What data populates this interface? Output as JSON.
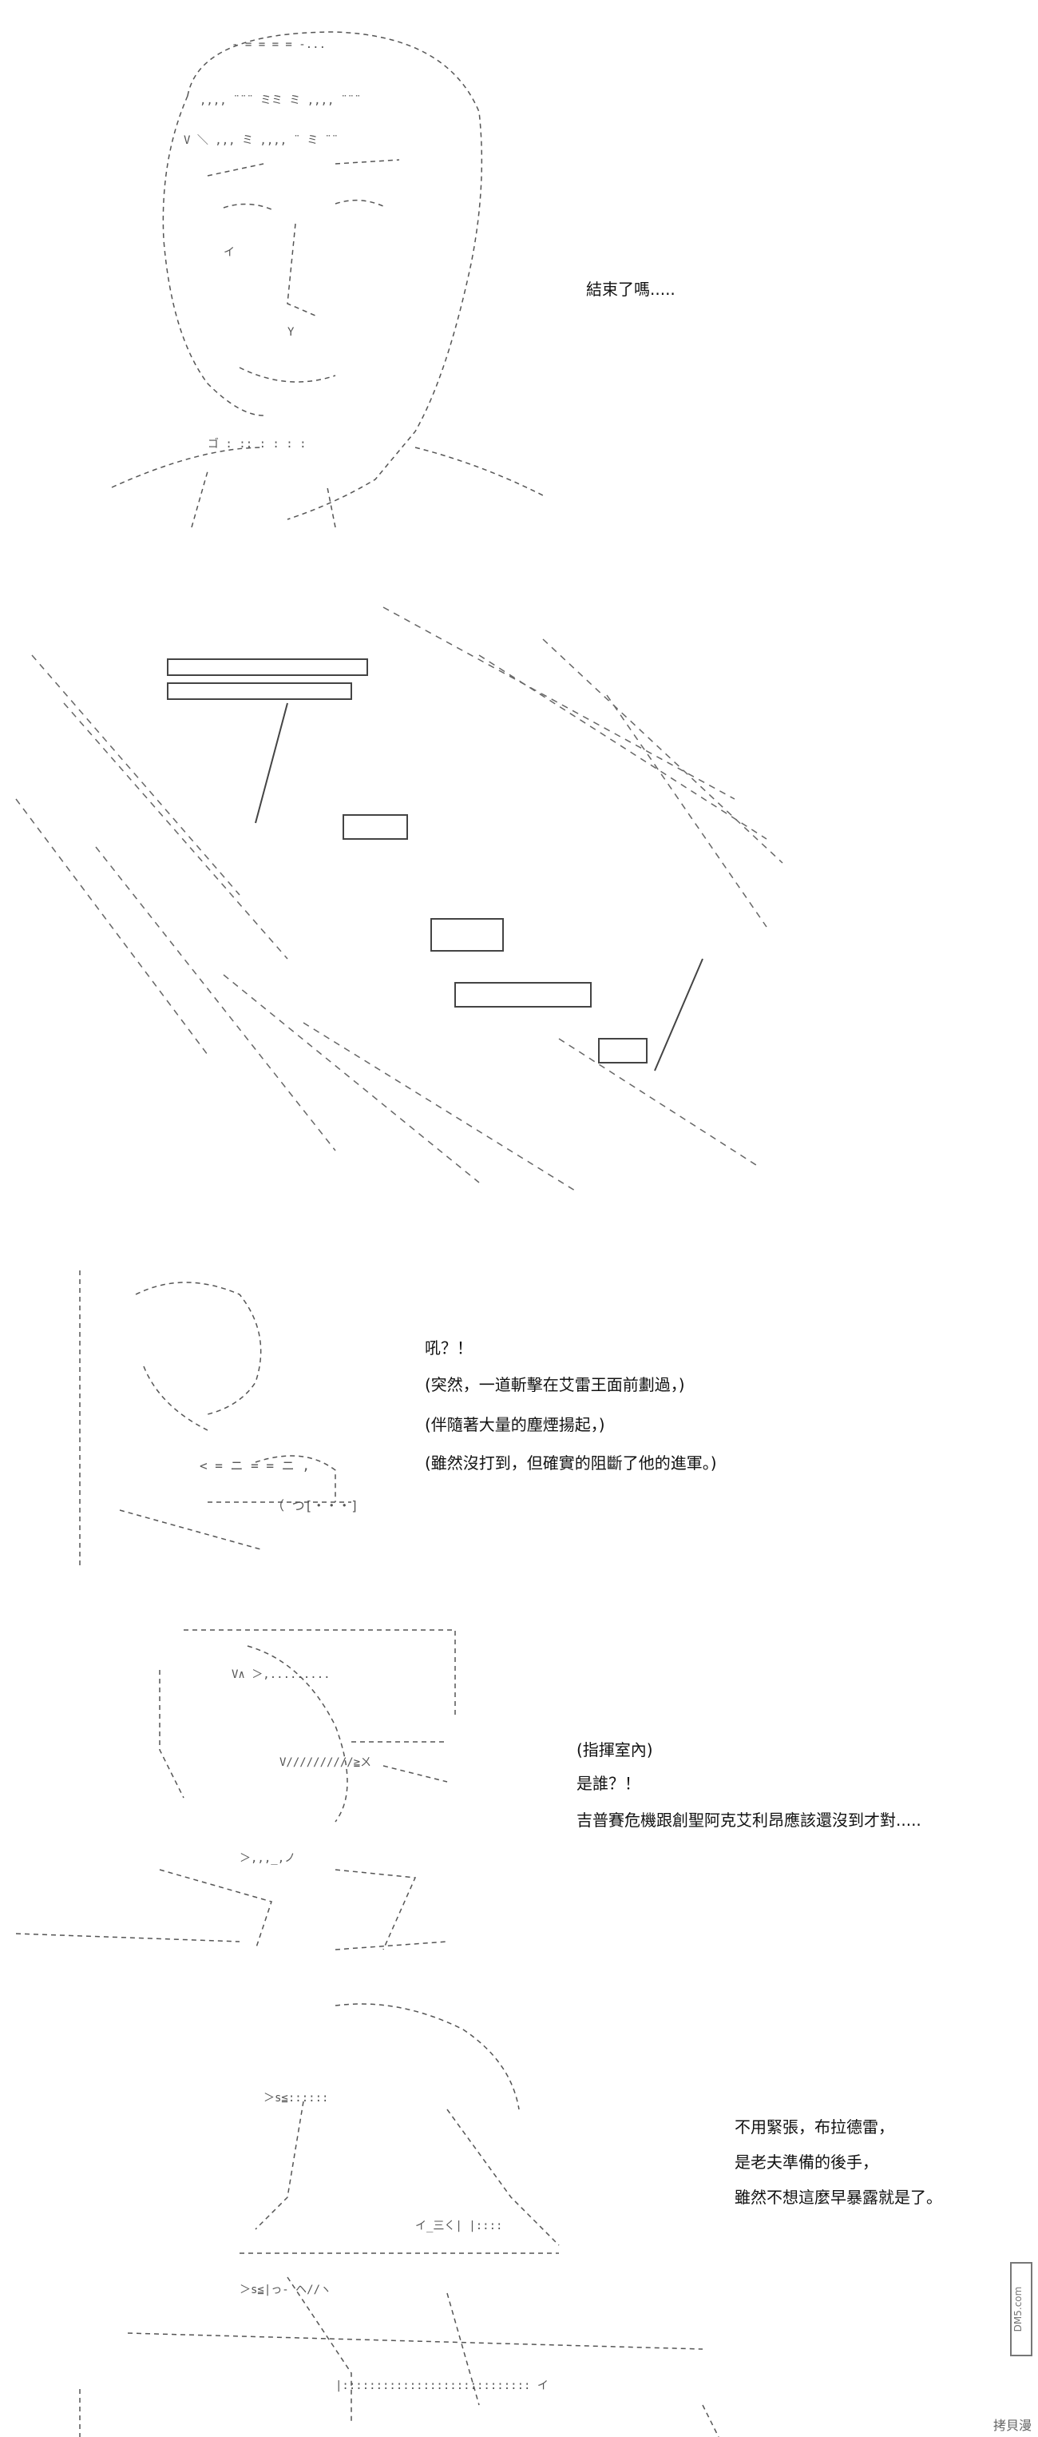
{
  "panels": [
    {
      "lines": [
        "結束了嗎....."
      ]
    },
    {
      "lines": []
    },
    {
      "lines": [
        "吼？！",
        "(突然，一道斬擊在艾雷王面前劃過，)",
        "(伴隨著大量的塵煙揚起，)",
        "(雖然沒打到，但確實的阻斷了他的進軍。)"
      ]
    },
    {
      "lines": [
        "(指揮室內)",
        "是誰？！",
        "吉普賽危機跟創聖阿克艾利昂應該還沒到才對....."
      ]
    },
    {
      "lines": [
        "不用緊張，布拉德雷，",
        "是老夫準備的後手，",
        "雖然不想這麼早暴露就是了。"
      ]
    }
  ],
  "watermark": {
    "site": "拷貝漫",
    "logo_text": "DM5.com"
  }
}
